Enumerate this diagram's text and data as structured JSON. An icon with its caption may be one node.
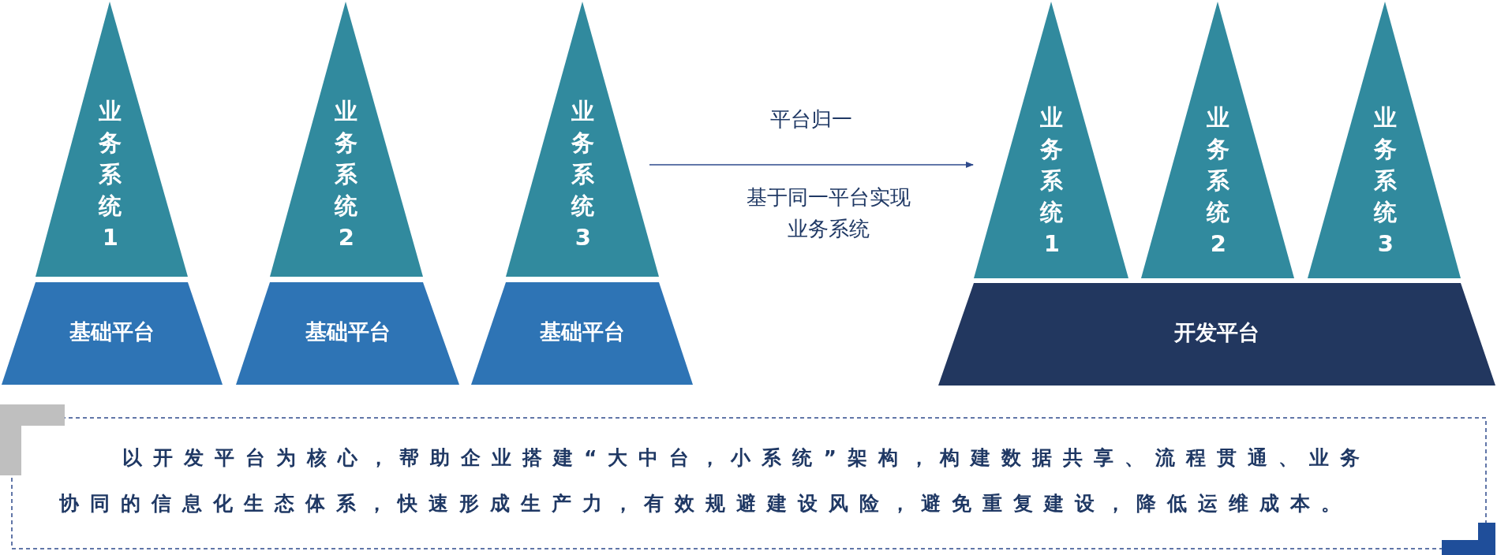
{
  "diagram": {
    "nodes": [
      {
        "text": [
          "业务系统1"
        ]
      },
      {
        "text": [
          "基础平台"
        ]
      },
      {
        "text": [
          "业务系统2"
        ]
      },
      {
        "text": [
          "基础平台"
        ]
      },
      {
        "text": [
          "业务系统3"
        ]
      },
      {
        "text": [
          "基础平台"
        ]
      },
      {
        "text": [
          "业务系统1"
        ]
      },
      {
        "text": [
          "业务系统2"
        ]
      },
      {
        "text": [
          "业务系统3"
        ]
      },
      {
        "text": [
          "开发平台"
        ]
      }
    ],
    "edges": [
      {
        "from": null,
        "to": 6,
        "arrow": "to",
        "label": "平台归一"
      }
    ],
    "labels": [
      "基于同一平台实现业务系统",
      "以开发平台为核心，帮助企业搭建“大中台，小系统”架构，构建数据共享、流程贯通、业务协同的信息化生态体系，快速形成生产力，有效规避建设风险，避免重复建设，降低运维成本。"
    ]
  }
}
